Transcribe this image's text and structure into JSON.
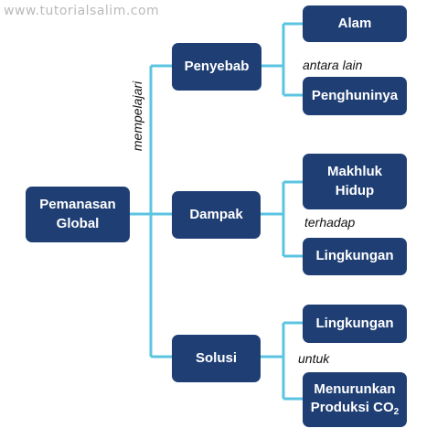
{
  "watermark": "www.tutorialsalim.com",
  "root": {
    "label_line1": "Pemanasan",
    "label_line2": "Global"
  },
  "edge_root": "mempelajari",
  "branches": {
    "penyebab": {
      "label": "Penyebab",
      "connector": "antara lain",
      "children": [
        "Alam",
        "Penghuninya"
      ]
    },
    "dampak": {
      "label": "Dampak",
      "connector": "terhadap",
      "children": [
        "Makhluk Hidup",
        "Lingkungan"
      ],
      "child0_line1": "Makhluk",
      "child0_line2": "Hidup"
    },
    "solusi": {
      "label": "Solusi",
      "connector": "untuk",
      "children": [
        "Lingkungan",
        "Menurunkan Produksi CO2"
      ],
      "child1_line1": "Menurunkan",
      "child1_line2": "Produksi CO",
      "child1_sub": "2"
    }
  },
  "colors": {
    "node": "#1f3f74",
    "line": "#5bc4e0"
  }
}
